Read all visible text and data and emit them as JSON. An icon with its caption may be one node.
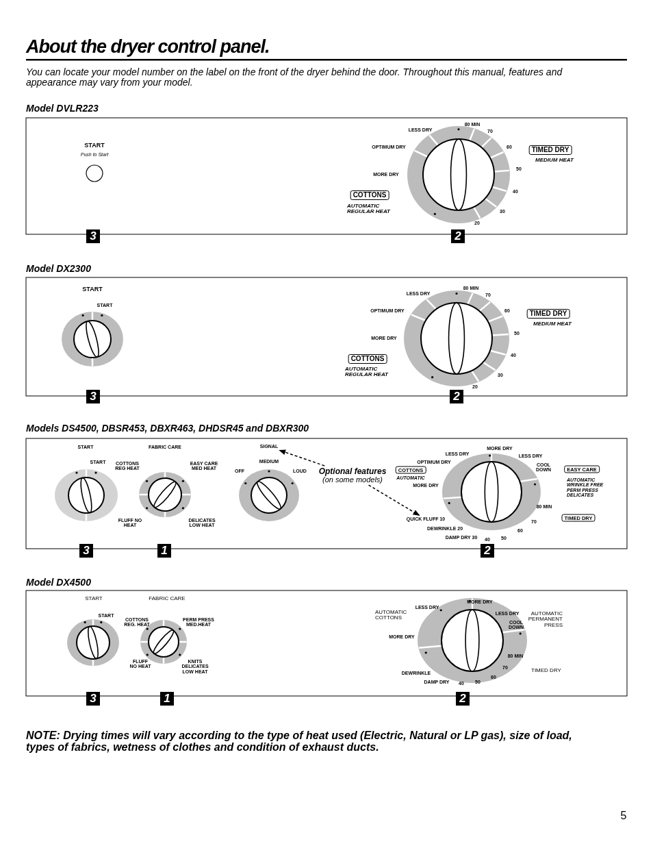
{
  "diagram": {
    "title": "About the dryer control panel.",
    "nodes": [
      {
        "text": [
          "COTTONS"
        ],
        "beside": [
          "AUTOMATIC REGULAR HEAT"
        ]
      },
      {
        "text": [
          "TIMED DRY"
        ],
        "beside": [
          "MEDIUM HEAT"
        ]
      },
      {
        "text": [
          "COTTONS"
        ],
        "beside": [
          "AUTOMATIC REGULAR HEAT"
        ]
      },
      {
        "text": [
          "TIMED DRY"
        ],
        "beside": [
          "MEDIUM HEAT"
        ]
      },
      {
        "text": [
          "SIGNAL"
        ]
      },
      {
        "text": [
          "Optional features",
          "(on some models)"
        ]
      },
      {
        "text": [
          "COTTONS"
        ],
        "beside": [
          "AUTOMATIC"
        ]
      },
      {
        "text": [
          "EASY CARE"
        ],
        "beside": [
          "AUTOMATIC WRINKLE FREE PERM PRESS DELICATES"
        ]
      },
      {
        "text": [
          "QUICK FLUFF 10"
        ]
      },
      {
        "text": [
          "TIMED DRY"
        ]
      }
    ],
    "edges": [
      {
        "from": 5,
        "to": 4,
        "arrow": "to",
        "style": "dashed"
      },
      {
        "from": 5,
        "to": 8,
        "arrow": "to",
        "style": "dashed"
      }
    ],
    "labels": [
      "You can locate your model number on the label on the front of the dryer behind the door. Throughout this manual, features and appearance may vary from your model.",
      "Model DVLR223",
      "START",
      "Push to Start",
      "LESS DRY",
      "80 MIN",
      "70",
      "OPTIMUM DRY",
      "60",
      "MORE DRY",
      "50",
      "40",
      "30",
      "20",
      "3",
      "2",
      "Model DX2300",
      "START",
      "START",
      "LESS DRY",
      "80 MIN",
      "70",
      "OPTIMUM DRY",
      "60",
      "MORE DRY",
      "50",
      "40",
      "30",
      "20",
      "3",
      "2",
      "Models DS4500, DBSR453, DBXR463, DHDSR45 and DBXR300",
      "START",
      "FABRIC CARE",
      "START",
      "COTTONS REG HEAT",
      "EASY CARE MED HEAT",
      "MEDIUM",
      "OFF",
      "LOUD",
      "MORE DRY",
      "LESS DRY",
      "LESS DRY",
      "OPTIMUM DRY",
      "COOL DOWN",
      "MORE DRY",
      "FLUFF NO HEAT",
      "DELICATES LOW HEAT",
      "80 MIN",
      "70",
      "DEWRINKLE 20",
      "60",
      "DAMP DRY 30",
      "40",
      "50",
      "3",
      "1",
      "2",
      "Model DX4500",
      "START",
      "FABRIC CARE",
      "START",
      "COTTONS REG. HEAT",
      "PERM PRESS MED.HEAT",
      "MORE DRY",
      "LESS DRY",
      "LESS DRY",
      "AUTOMATIC COTTONS",
      "AUTOMATIC PERMANENT PRESS",
      "COOL DOWN",
      "MORE DRY",
      "80 MIN",
      "FLUFF NO HEAT",
      "KNITS DELICATES LOW HEAT",
      "70",
      "TIMED DRY",
      "DEWRINKLE",
      "60",
      "DAMP DRY",
      "40",
      "50",
      "3",
      "1",
      "2",
      "NOTE: Drying times will vary according to the type of heat used (Electric, Natural or LP gas), size of load, types of fabrics, wetness of clothes and condition of exhaust ducts.",
      "5"
    ]
  }
}
